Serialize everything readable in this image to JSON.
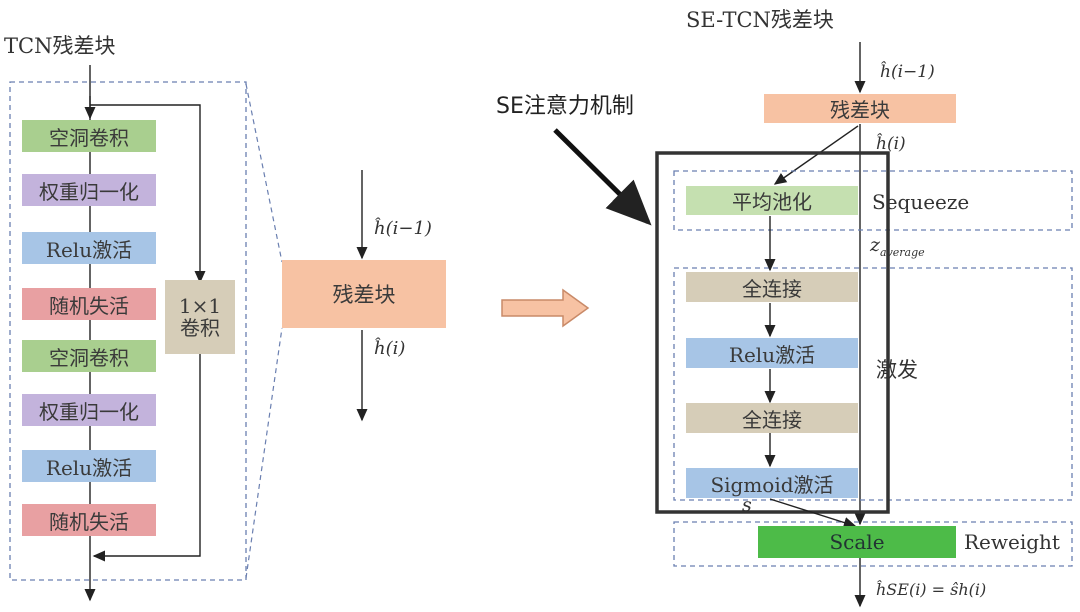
{
  "left": {
    "title": "TCN残差块",
    "blocks": [
      "空洞卷积",
      "权重归一化",
      "Relu激活",
      "随机失活",
      "空洞卷积",
      "权重归一化",
      "Relu激活",
      "随机失活"
    ],
    "conv1x1": [
      "1×1",
      "卷积"
    ]
  },
  "middle": {
    "input_label": "ĥ(i−1)",
    "block": "残差块",
    "output_label": "ĥ(i)"
  },
  "right": {
    "title": "SE-TCN残差块",
    "input_label": "ĥ(i−1)",
    "residual_block": "残差块",
    "residual_out": "ĥ(i)",
    "annotation": "SE注意力机制",
    "pool": "平均池化",
    "squeeze": "Sequeeze",
    "z_label": "z",
    "z_sub": "average",
    "fc1": "全连接",
    "relu": "Relu激活",
    "fc2": "全连接",
    "sigmoid": "Sigmoid激活",
    "excite": "激发",
    "s_label": "s",
    "scale": "Scale",
    "reweight": "Reweight",
    "output_label": "ĥSE(i) = ŝh(i)"
  }
}
